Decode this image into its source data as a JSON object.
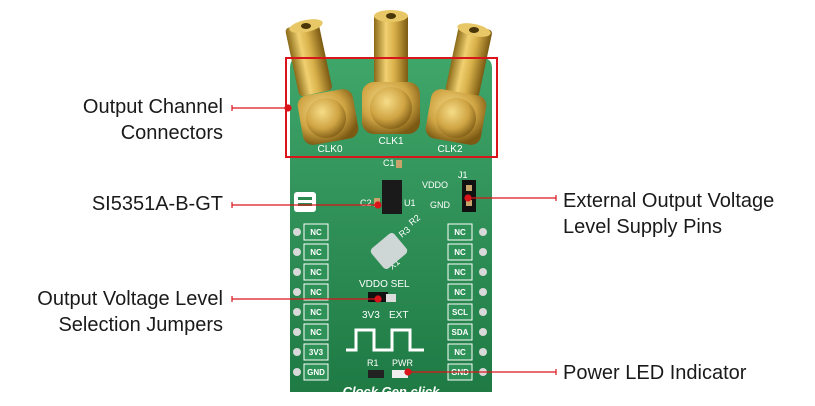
{
  "board": {
    "name": "Clock Gen click",
    "accent_color": "#2a8a4e",
    "highlight_color": "#d9141b",
    "connector_labels": [
      "CLK0",
      "CLK1",
      "CLK2"
    ],
    "silk": {
      "c1": "C1",
      "c2": "C2",
      "u1": "U1",
      "r2": "R2",
      "r3": "R3",
      "x1": "X1",
      "vddo": "VDDO",
      "gnd": "GND",
      "j1": "J1",
      "vddo_sel": "VDDO SEL",
      "v3v3": "3V3",
      "ext": "EXT",
      "r1": "R1",
      "pwr": "PWR"
    },
    "left_pins": [
      "NC",
      "NC",
      "NC",
      "NC",
      "NC",
      "NC",
      "3V3",
      "GND"
    ],
    "right_pins": [
      "NC",
      "NC",
      "NC",
      "NC",
      "SCL",
      "SDA",
      "NC",
      "GND"
    ]
  },
  "callouts": {
    "output_channels": [
      "Output Channel",
      "Connectors"
    ],
    "chip": "SI5351A-B-GT",
    "external_supply": [
      "External Output Voltage",
      "Level Supply Pins"
    ],
    "voltage_selection": [
      "Output Voltage Level",
      "Selection Jumpers"
    ],
    "power_led": "Power LED Indicator"
  }
}
